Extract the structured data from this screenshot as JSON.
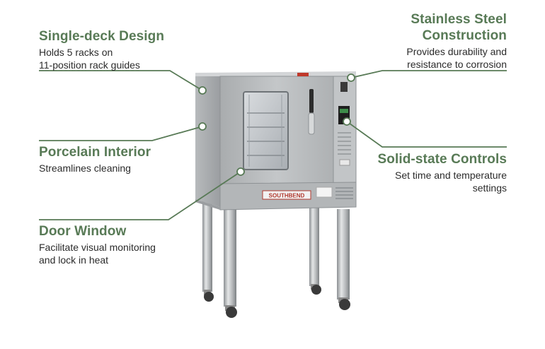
{
  "features": {
    "single_deck": {
      "title": "Single-deck Design",
      "line1": "Holds 5 racks on",
      "line2": "11-position rack guides"
    },
    "porcelain": {
      "title": "Porcelain Interior",
      "line1": "Streamlines cleaning"
    },
    "door_window": {
      "title": "Door Window",
      "line1": "Facilitate visual monitoring",
      "line2": "and lock in heat"
    },
    "stainless": {
      "title_line1": "Stainless Steel",
      "title_line2": "Construction",
      "line1": "Provides durability and",
      "line2": "resistance to corrosion"
    },
    "controls": {
      "title": "Solid-state Controls",
      "line1": "Set time and temperature",
      "line2": "settings"
    }
  },
  "product": {
    "brand": "SOUTHBEND"
  },
  "colors": {
    "accent": "#587a56",
    "steel": "#b9bcbe",
    "steel_dark": "#8e9295"
  }
}
